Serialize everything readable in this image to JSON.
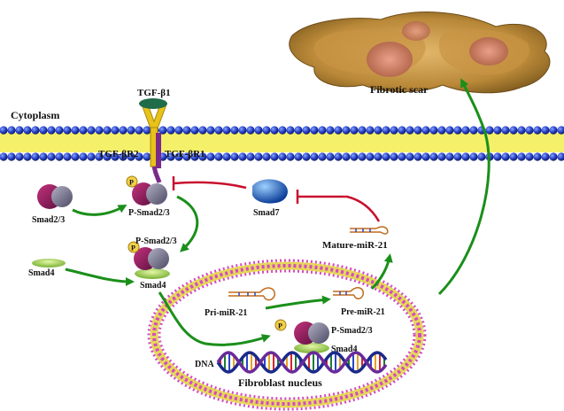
{
  "labels": {
    "tgf_b1": "TGF-β1",
    "cytoplasm": "Cytoplasm",
    "tgf_br2": "TGF-βR2",
    "tgf_br1": "TGF-βR1",
    "smad23": "Smad2/3",
    "p_smad23": "P-Smad2/3",
    "smad7": "Smad7",
    "p_smad23_complex": "P-Smad2/3",
    "smad4": "Smad4",
    "smad4_complex": "Smad4",
    "mature_mir21": "Mature-miR-21",
    "pri_mir21": "Pri-miR-21",
    "pre_mir21": "Pre-miR-21",
    "p_smad23_nucleus": "P-Smad2/3",
    "smad4_nucleus": "Smad4",
    "dna": "DNA",
    "fibroblast_nucleus": "Fibroblast nucleus",
    "fibrotic_scar": "Fibrotic scar",
    "phospho_mark": "P"
  },
  "colors": {
    "membrane_bead": "#2a44c9",
    "membrane_core": "#f4f06a",
    "arrow_green": "#1a8f1a",
    "inhibit_red": "#c8102e",
    "smad23_magenta": "#8b1a5c",
    "smad23_gray": "#7a7890",
    "smad4_green": "#a8d65a",
    "smad7_blue": "#1f6fd1",
    "receptor_yellow": "#e8c11a",
    "receptor_purple": "#7a2a8a",
    "ligand_green": "#1f6b4a",
    "nucleus_pink": "#d24bc0",
    "nucleus_yellow": "#e6d85a",
    "scar_tan": "#c79a4a",
    "phospho_yellow": "#f2d04a"
  }
}
